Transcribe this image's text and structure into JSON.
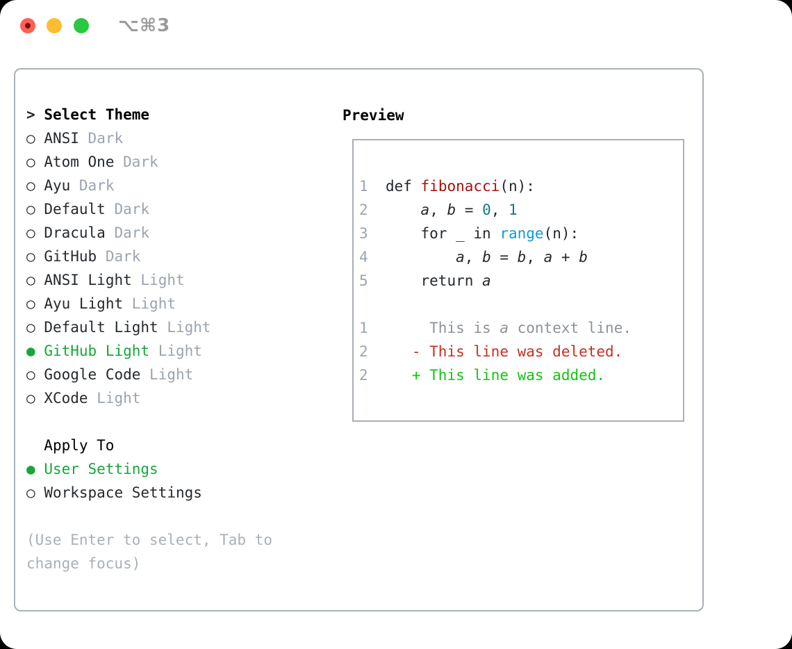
{
  "window": {
    "shortcut_label": "⌥⌘3"
  },
  "glyphs": {
    "radio_unselected": "○",
    "radio_selected": "●",
    "title_marker": ">",
    "option_icon": "option-key-icon",
    "command_icon": "command-key-icon"
  },
  "theme_list": {
    "title": "Select Theme",
    "items": [
      {
        "name": "ANSI",
        "tag": "Dark",
        "selected": false
      },
      {
        "name": "Atom One",
        "tag": "Dark",
        "selected": false
      },
      {
        "name": "Ayu",
        "tag": "Dark",
        "selected": false
      },
      {
        "name": "Default",
        "tag": "Dark",
        "selected": false
      },
      {
        "name": "Dracula",
        "tag": "Dark",
        "selected": false
      },
      {
        "name": "GitHub",
        "tag": "Dark",
        "selected": false
      },
      {
        "name": "ANSI Light",
        "tag": "Light",
        "selected": false
      },
      {
        "name": "Ayu Light",
        "tag": "Light",
        "selected": false
      },
      {
        "name": "Default Light",
        "tag": "Light",
        "selected": false
      },
      {
        "name": "GitHub Light",
        "tag": "Light",
        "selected": true
      },
      {
        "name": "Google Code",
        "tag": "Light",
        "selected": false
      },
      {
        "name": "XCode",
        "tag": "Light",
        "selected": false
      }
    ]
  },
  "apply_to": {
    "title": "Apply To",
    "options": [
      {
        "name": "User Settings",
        "selected": true
      },
      {
        "name": "Workspace Settings",
        "selected": false
      }
    ]
  },
  "hint": {
    "line1": "(Use Enter to select, Tab to",
    "line2": "change focus)"
  },
  "preview": {
    "title": "Preview",
    "lines": [
      {
        "num": "1",
        "segs": [
          {
            "t": "def ",
            "c": "code"
          },
          {
            "t": "fibonacci",
            "c": "fn"
          },
          {
            "t": "(n):",
            "c": "code"
          }
        ]
      },
      {
        "num": "2",
        "segs": [
          {
            "t": "    ",
            "c": "code"
          },
          {
            "t": "a",
            "c": "var"
          },
          {
            "t": ", ",
            "c": "code"
          },
          {
            "t": "b",
            "c": "var"
          },
          {
            "t": " = ",
            "c": "code"
          },
          {
            "t": "0",
            "c": "num"
          },
          {
            "t": ", ",
            "c": "code"
          },
          {
            "t": "1",
            "c": "num"
          }
        ]
      },
      {
        "num": "3",
        "segs": [
          {
            "t": "    for _ in ",
            "c": "code"
          },
          {
            "t": "range",
            "c": "call"
          },
          {
            "t": "(n):",
            "c": "code"
          }
        ]
      },
      {
        "num": "4",
        "segs": [
          {
            "t": "        ",
            "c": "code"
          },
          {
            "t": "a",
            "c": "var"
          },
          {
            "t": ", ",
            "c": "code"
          },
          {
            "t": "b",
            "c": "var"
          },
          {
            "t": " = ",
            "c": "code"
          },
          {
            "t": "b",
            "c": "var"
          },
          {
            "t": ", ",
            "c": "code"
          },
          {
            "t": "a",
            "c": "var"
          },
          {
            "t": " + ",
            "c": "code"
          },
          {
            "t": "b",
            "c": "var"
          }
        ]
      },
      {
        "num": "5",
        "segs": [
          {
            "t": "    return ",
            "c": "code"
          },
          {
            "t": "a",
            "c": "var"
          }
        ]
      },
      {
        "blank": true
      },
      {
        "num": "1",
        "segs": [
          {
            "t": "     This is ",
            "c": "ctx"
          },
          {
            "t": "a",
            "c": "ctxvar"
          },
          {
            "t": " context line.",
            "c": "ctx"
          }
        ]
      },
      {
        "num": "2",
        "segs": [
          {
            "t": "   - This line was deleted.",
            "c": "del"
          }
        ]
      },
      {
        "num": "2",
        "segs": [
          {
            "t": "   + This line was added.",
            "c": "add"
          }
        ]
      }
    ]
  },
  "colors": {
    "title-black": "#000000",
    "text-dark": "#24292e",
    "muted-gray": "#9ba4af",
    "hint-gray": "#a8b0ba",
    "selected-green": "#17a63c",
    "line-number-gray": "#9aa5b1",
    "function-red": "#a31212",
    "number-teal": "#0e7c7c",
    "call-blue": "#1499d6",
    "context-gray": "#8e939a",
    "deleted-red": "#c5301f",
    "added-green": "#14c314",
    "border-gray": "#a9b0b8",
    "traffic-red": "#ff5f57",
    "traffic-red-dot": "#7a100a",
    "traffic-yellow": "#febc2e",
    "traffic-green": "#28c840",
    "shortcut-gray": "#9b9b9b"
  }
}
